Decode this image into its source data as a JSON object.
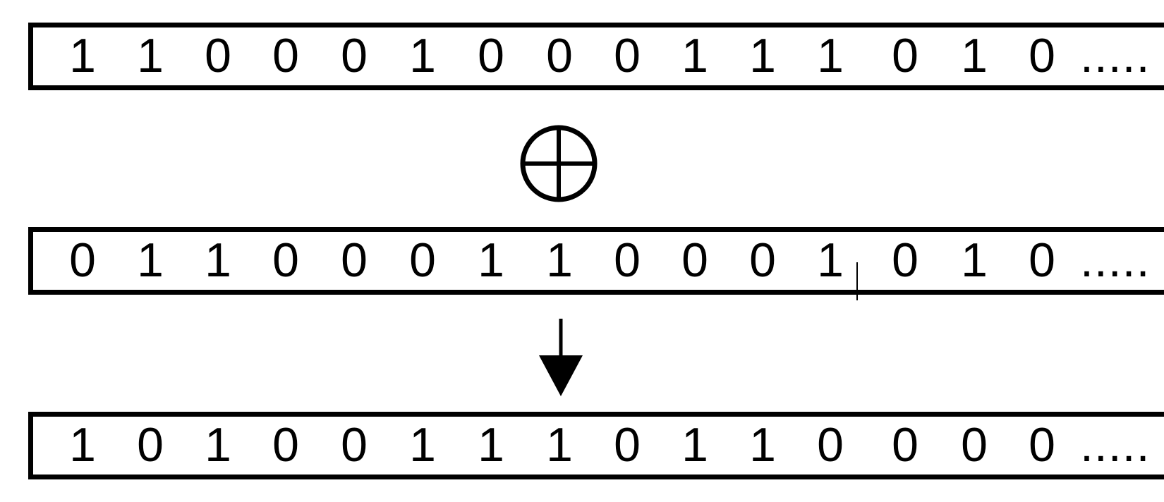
{
  "rows": [
    {
      "id": "input-a",
      "bits": [
        "1",
        "1",
        "0",
        "0",
        "0",
        "1",
        "0",
        "0",
        "0",
        "1",
        "1",
        "1",
        "0",
        "1",
        "0"
      ],
      "ellipsis": "....."
    },
    {
      "id": "input-b",
      "bits": [
        "0",
        "1",
        "1",
        "0",
        "0",
        "0",
        "1",
        "1",
        "0",
        "0",
        "0",
        "1",
        "0",
        "1",
        "0"
      ],
      "ellipsis": "....."
    },
    {
      "id": "output",
      "bits": [
        "1",
        "0",
        "1",
        "0",
        "0",
        "1",
        "1",
        "1",
        "0",
        "1",
        "1",
        "0",
        "0",
        "0",
        "0"
      ],
      "ellipsis": "....."
    }
  ],
  "operator": {
    "icon": "xor-circled-plus-icon"
  },
  "flow": {
    "icon": "arrow-down-icon"
  },
  "colors": {
    "stroke": "#000000",
    "background": "#ffffff"
  }
}
